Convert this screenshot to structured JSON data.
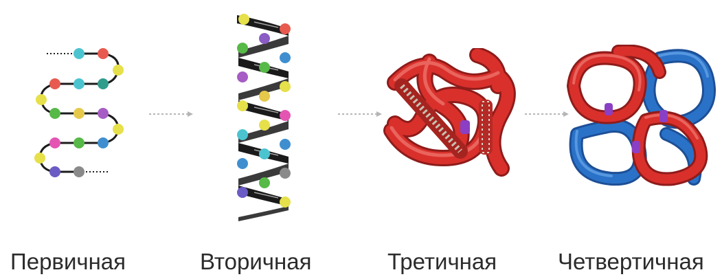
{
  "structures": [
    {
      "id": "primary",
      "label": "Первичная"
    },
    {
      "id": "secondary",
      "label": "Вторичная"
    },
    {
      "id": "tertiary",
      "label": "Третичная"
    },
    {
      "id": "quaternary",
      "label": "Четвертичная"
    }
  ],
  "colors": {
    "chain": "#1c1c1c",
    "helix_ribbon": "#1a1a1a",
    "red_tube": "#d9302c",
    "blue_tube": "#2a72c8",
    "purple_accent": "#8a3fc4",
    "arrow": "#b5b5b5",
    "label_text": "#2b2b2b"
  }
}
